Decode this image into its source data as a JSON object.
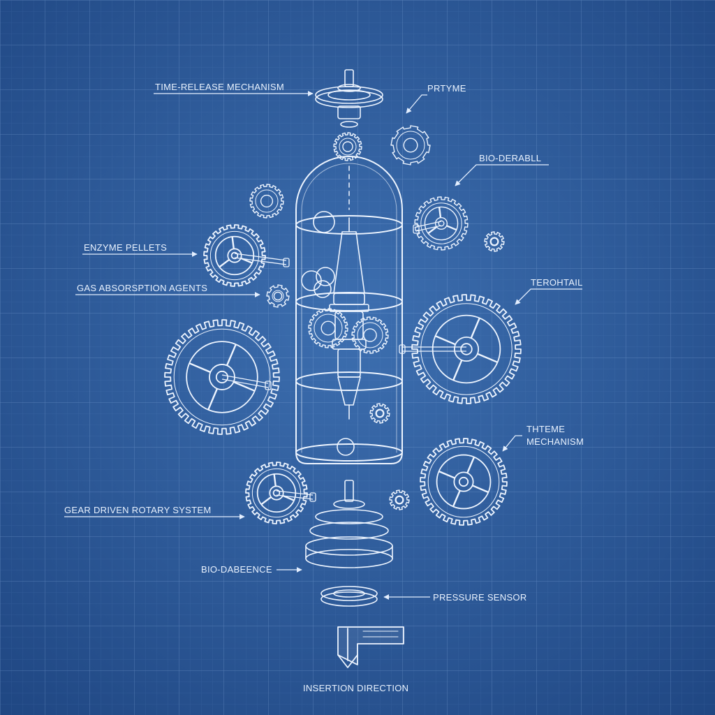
{
  "colors": {
    "background_center": "#3d6fb0",
    "background_edge": "#1f4682",
    "grid_line": "#6d96cf",
    "ink": "#eef5ff"
  },
  "labels": {
    "time_release": "TIME-RELEASE MECHANISM",
    "prtyme": "PRTYME",
    "bio_derabll": "BIO-DERABLL",
    "enzyme_pellets": "ENZYME  PELLETS",
    "gas_absorption": "GAS ABSORSPTION AGENTS",
    "terohtal": "TEROHTAIL",
    "thteme_1": "THTEME",
    "thteme_2": "MECHANISM",
    "gear_driven": "GEAR DRIVEN ROTARY SYSTEM",
    "bio_dabeence": "BIO-DABEENCE",
    "pressure_sensor": "PRESSURE SENSOR",
    "insertion_direction": "INSERTION DIRECTION"
  },
  "icons": {
    "arrow": "insertion-arrow-icon"
  }
}
